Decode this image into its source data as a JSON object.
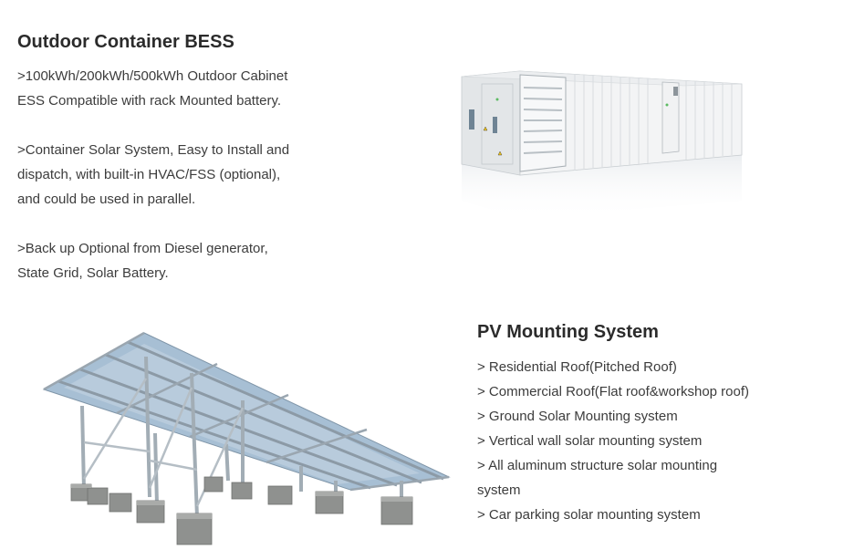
{
  "bess": {
    "title": "Outdoor Container BESS",
    "para1": [
      ">100kWh/200kWh/500kWh Outdoor Cabinet",
      "ESS Compatible with rack Mounted battery."
    ],
    "para2": [
      ">Container Solar System, Easy to Install and",
      "dispatch, with built-in HVAC/FSS (optional),",
      "and could be used in parallel."
    ],
    "para3": [
      ">Back up Optional from Diesel generator,",
      "State Grid, Solar Battery."
    ]
  },
  "pv": {
    "title": "PV Mounting System",
    "items": [
      "> Residential Roof(Pitched Roof)",
      "> Commercial Roof(Flat roof&workshop roof)",
      "> Ground Solar Mounting system",
      "> Vertical wall solar mounting system",
      "> All aluminum structure solar mounting",
      "system",
      "> Car parking solar mounting system"
    ]
  }
}
